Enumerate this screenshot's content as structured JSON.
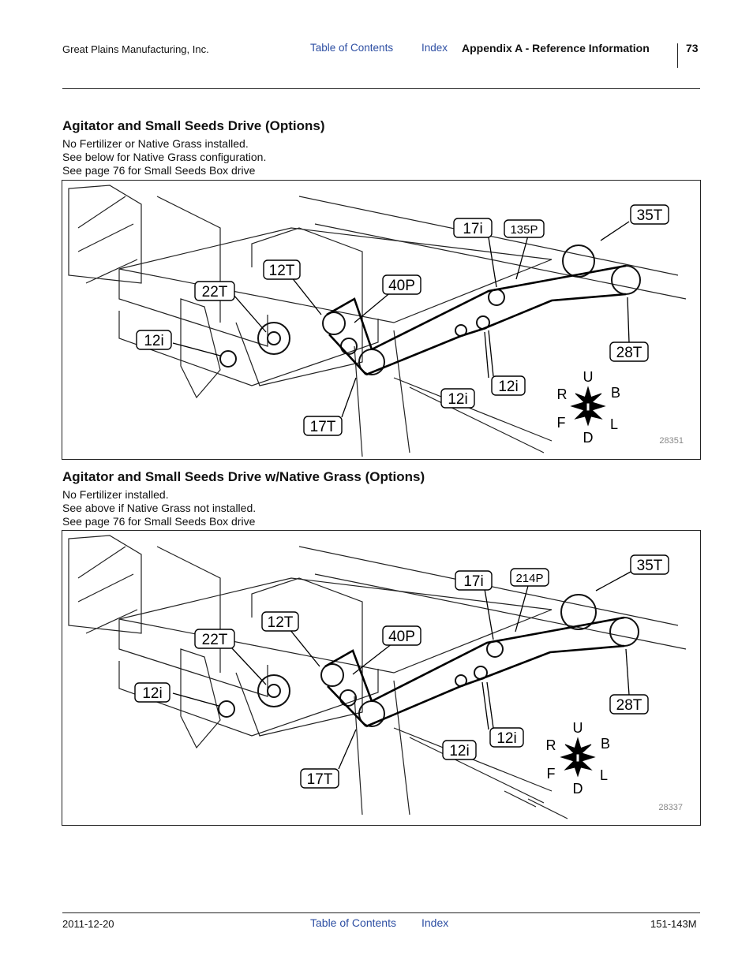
{
  "header": {
    "company": "Great Plains Manufacturing, Inc.",
    "toc_link": "Table of Contents",
    "index_link": "Index",
    "section": "Appendix A - Reference Information",
    "page_number": "73"
  },
  "section1": {
    "title": "Agitator and Small Seeds Drive (Options)",
    "notes": [
      "No Fertilizer or Native Grass installed.",
      "See below for Native Grass configuration.",
      "See page 76 for Small Seeds Box drive"
    ],
    "figure": {
      "labels": {
        "t35": "35T",
        "i17": "17i",
        "p135": "135P",
        "t12": "12T",
        "p40": "40P",
        "t22": "22T",
        "i12a": "12i",
        "t28": "28T",
        "i12b": "12i",
        "i12c": "12i",
        "t17": "17T"
      },
      "compass": {
        "u": "U",
        "r": "R",
        "b": "B",
        "f": "F",
        "l": "L",
        "d": "D"
      },
      "figure_id": "28351"
    }
  },
  "section2": {
    "title": "Agitator and Small Seeds Drive w/Native Grass (Options)",
    "notes": [
      "No Fertilizer installed.",
      "See above if Native Grass not installed.",
      "See page 76 for Small Seeds Box drive"
    ],
    "figure": {
      "labels": {
        "t35": "35T",
        "i17": "17i",
        "p214": "214P",
        "t12": "12T",
        "p40": "40P",
        "t22": "22T",
        "i12a": "12i",
        "t28": "28T",
        "i12b": "12i",
        "i12c": "12i",
        "t17": "17T"
      },
      "compass": {
        "u": "U",
        "r": "R",
        "b": "B",
        "f": "F",
        "l": "L",
        "d": "D"
      },
      "figure_id": "28337"
    }
  },
  "footer": {
    "date": "2011-12-20",
    "toc_link": "Table of Contents",
    "index_link": "Index",
    "doc_number": "151-143M"
  }
}
